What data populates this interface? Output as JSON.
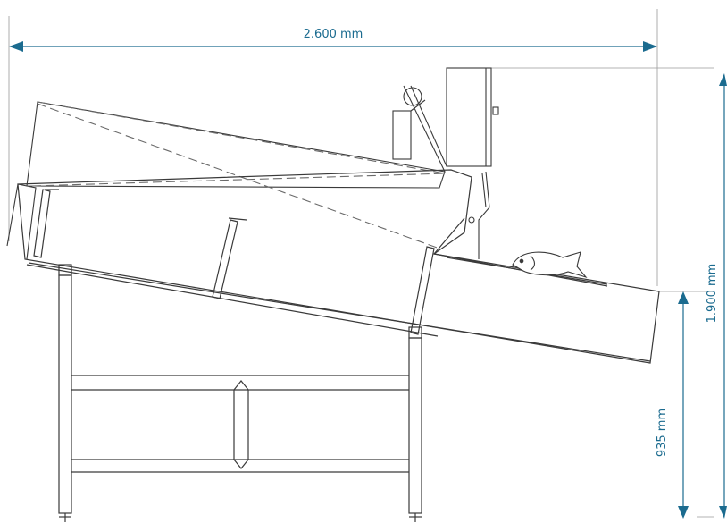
{
  "dimensions": {
    "width": "2.600 mm",
    "height_total": "1.900 mm",
    "height_table": "935 mm"
  },
  "colors": {
    "dimension": "#1b6b8f",
    "line": "#3a3a3a",
    "dashed": "#6a6a6a",
    "background": "#ffffff"
  }
}
